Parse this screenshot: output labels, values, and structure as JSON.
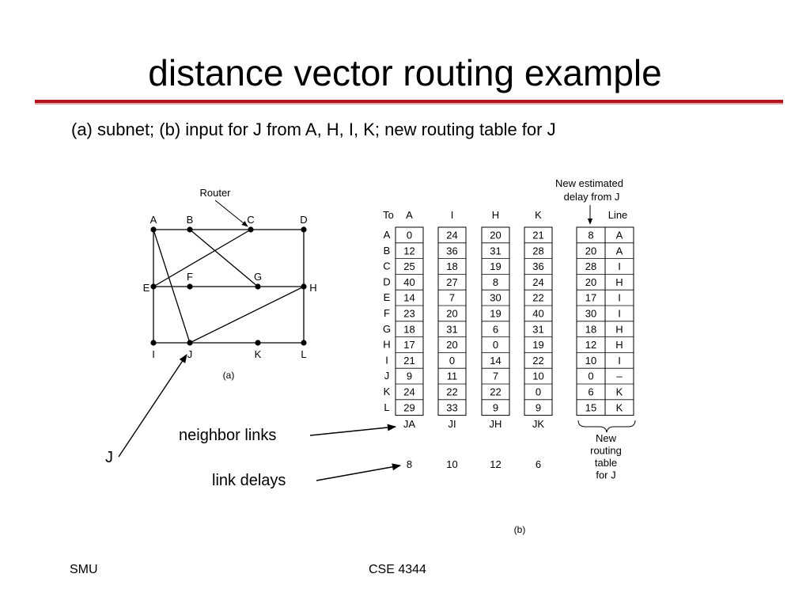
{
  "slide": {
    "title": "distance vector routing example",
    "subtitle": "(a) subnet; (b) input for J from A, H, I, K; new routing table for J",
    "footer_left": "SMU",
    "footer_center": "CSE 4344",
    "colors": {
      "rule": "#b5141c",
      "rule_light": "#e3a2a2"
    }
  },
  "annotations": {
    "j_label": "J",
    "neighbor_links": "neighbor links",
    "link_delays": "link delays"
  },
  "subnet": {
    "router_label": "Router",
    "caption": "(a)",
    "nodes": [
      "A",
      "B",
      "C",
      "D",
      "E",
      "F",
      "G",
      "H",
      "I",
      "J",
      "K",
      "L"
    ],
    "links": [
      [
        "A",
        "B"
      ],
      [
        "B",
        "C"
      ],
      [
        "C",
        "D"
      ],
      [
        "A",
        "E"
      ],
      [
        "E",
        "I"
      ],
      [
        "D",
        "H"
      ],
      [
        "H",
        "L"
      ],
      [
        "I",
        "J"
      ],
      [
        "J",
        "K"
      ],
      [
        "K",
        "L"
      ],
      [
        "E",
        "F"
      ],
      [
        "F",
        "G"
      ],
      [
        "G",
        "H"
      ],
      [
        "A",
        "J"
      ],
      [
        "E",
        "C"
      ],
      [
        "B",
        "G"
      ],
      [
        "J",
        "H"
      ]
    ]
  },
  "tables": {
    "to_header": "To",
    "rows": [
      "A",
      "B",
      "C",
      "D",
      "E",
      "F",
      "G",
      "H",
      "I",
      "J",
      "K",
      "L"
    ],
    "vectors": [
      {
        "header": "A",
        "values": [
          "0",
          "12",
          "25",
          "40",
          "14",
          "23",
          "18",
          "17",
          "21",
          "9",
          "24",
          "29"
        ],
        "link": "JA",
        "delay": "8"
      },
      {
        "header": "I",
        "values": [
          "24",
          "36",
          "18",
          "27",
          "7",
          "20",
          "31",
          "20",
          "0",
          "11",
          "22",
          "33"
        ],
        "link": "JI",
        "delay": "10"
      },
      {
        "header": "H",
        "values": [
          "20",
          "31",
          "19",
          "8",
          "30",
          "19",
          "6",
          "0",
          "14",
          "7",
          "22",
          "9"
        ],
        "link": "JH",
        "delay": "12"
      },
      {
        "header": "K",
        "values": [
          "21",
          "28",
          "36",
          "24",
          "22",
          "40",
          "31",
          "19",
          "22",
          "10",
          "0",
          "9"
        ],
        "link": "JK",
        "delay": "6"
      }
    ],
    "new_estimated_label": [
      "New estimated",
      "delay from J"
    ],
    "line_header": "Line",
    "new_delays": [
      "8",
      "20",
      "28",
      "20",
      "17",
      "30",
      "18",
      "12",
      "10",
      "0",
      "6",
      "15"
    ],
    "new_lines": [
      "A",
      "A",
      "I",
      "H",
      "I",
      "I",
      "H",
      "H",
      "I",
      "–",
      "K",
      "K"
    ],
    "new_table_label": [
      "New",
      "routing",
      "table",
      "for J"
    ],
    "caption": "(b)"
  }
}
